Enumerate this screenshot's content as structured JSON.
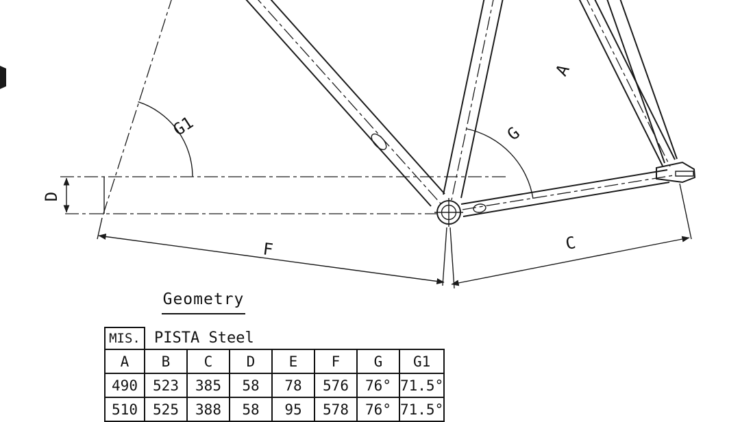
{
  "diagram": {
    "dimension_labels": {
      "seat_tube": "A",
      "chainstay": "C",
      "bb_drop": "D",
      "front_center": "F",
      "seat_angle": "G",
      "head_angle": "G1"
    }
  },
  "geometry_table": {
    "title": "Geometry",
    "size_column_header": "MIS.",
    "model_name": "PISTA Steel",
    "columns": [
      "A",
      "B",
      "C",
      "D",
      "E",
      "F",
      "G",
      "G1"
    ],
    "rows": [
      [
        "490",
        "523",
        "385",
        "58",
        "78",
        "576",
        "76°",
        "71.5°"
      ],
      [
        "510",
        "525",
        "388",
        "58",
        "95",
        "578",
        "76°",
        "71.5°"
      ]
    ]
  },
  "colors": {
    "line": "#1a1a1a",
    "background": "#ffffff"
  }
}
